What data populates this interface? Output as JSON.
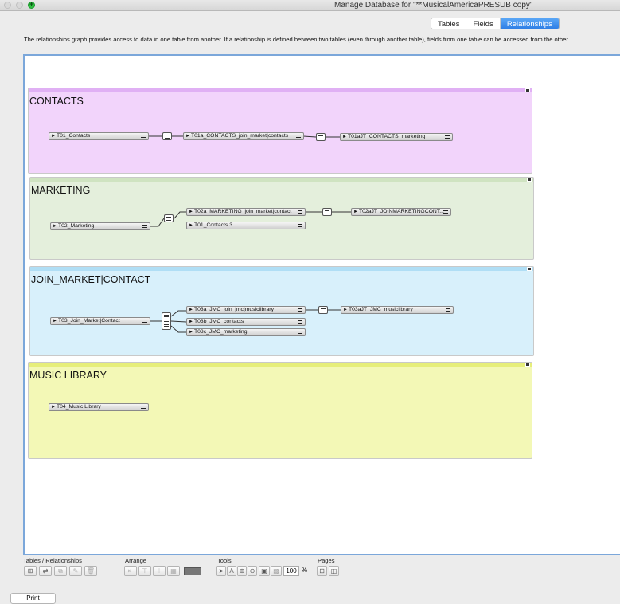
{
  "window": {
    "title": "Manage Database for \"**MusicalAmericaPRESUB copy\""
  },
  "tabs": [
    {
      "label": "Tables",
      "active": false
    },
    {
      "label": "Fields",
      "active": false
    },
    {
      "label": "Relationships",
      "active": true
    }
  ],
  "description": "The relationships graph provides access to data in one table from another. If a relationship is defined between two tables (even through another table), fields from one table can be accessed from the other.",
  "groups": [
    {
      "title": "CONTACTS",
      "color": "#f2d4fb",
      "bar": "#e0b0f4"
    },
    {
      "title": "MARKETING",
      "color": "#e4efdc",
      "bar": "#cfe3c1"
    },
    {
      "title": "JOIN_MARKET|CONTACT",
      "color": "#d8f0fb",
      "bar": "#b0def5"
    },
    {
      "title": "MUSIC LIBRARY",
      "color": "#f3f8b6",
      "bar": "#e6ee7a"
    }
  ],
  "tables": {
    "t01": "T01_Contacts",
    "t01a": "T01a_CONTACTS_join_market|contacts",
    "t01ajt": "T01aJT_CONTACTS_marketing",
    "t02": "T02_Marketing",
    "t02a": "T02a_MARKETING_join_market|contact",
    "t01c3": "T01_Contacts 3",
    "t02ajt": "T02aJT_JOINMARKETINGCONT...",
    "t03": "T03_Join_Market|Contact",
    "t03a": "T03a_JMC_join_jmc|musiclibrary",
    "t03b": "T03b_JMC_contacts",
    "t03c": "T03c_JMC_marketing",
    "t03ajt": "T03aJT_JMC_musiclibrary",
    "t04": "T04_Music Library"
  },
  "toolbar": {
    "tables_relationships": "Tables / Relationships",
    "arrange": "Arrange",
    "tools": "Tools",
    "pages": "Pages",
    "zoom_value": "100",
    "zoom_unit": "%"
  },
  "print_button": "Print"
}
